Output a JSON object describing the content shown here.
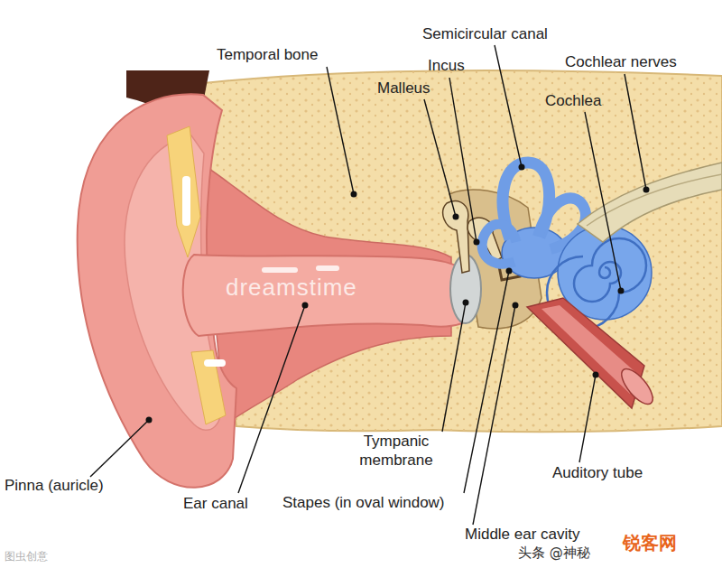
{
  "diagram": {
    "labels": [
      "Semicircular canal",
      "Temporal bone",
      "Cochlear nerves",
      "Incus",
      "Malleus",
      "Cochlea",
      "Tympanic membrane",
      "Auditory tube",
      "Pinna (auricle)",
      "Ear canal",
      "Stapes (in oval window)",
      "Middle ear cavity",
      "dreamstime",
      "头条 @神秘",
      "锐客网",
      "图虫创意"
    ]
  }
}
